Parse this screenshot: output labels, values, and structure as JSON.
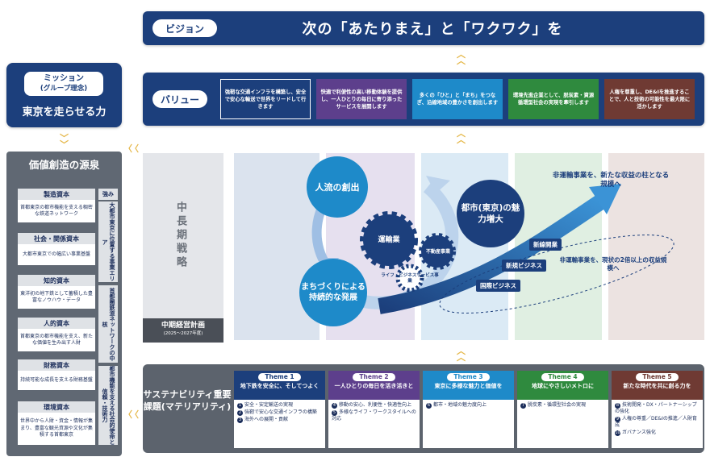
{
  "vision": {
    "label": "ビジョン",
    "text": "次の「あたりまえ」と「ワクワク」を"
  },
  "value": {
    "label": "バリュー",
    "cards": [
      {
        "text": "強靭な交通インフラを構築し、安全で安心な輸送で世界をリードして行きます",
        "color": "#1c3f7c"
      },
      {
        "text": "快適で利便性の高い移動体験を提供し、一人ひとりの毎日に寄り添ったサービスを展開します",
        "color": "#5d3f8c"
      },
      {
        "text": "多くの「ひと」と「まち」をつなぎ、沿線地域の豊かさを創出します",
        "color": "#1e8ac9"
      },
      {
        "text": "環境先進企業として、脱炭素・資源循環型社会の実現を牽引します",
        "color": "#2f8a3e"
      },
      {
        "text": "人権を尊重し、DE&Iを推進することで、人と技術の可能性を最大限に活かします",
        "color": "#6f3a33"
      }
    ]
  },
  "mission": {
    "label_main": "ミッション",
    "label_sub": "(グループ理念)",
    "text": "東京を走らせる力"
  },
  "source": {
    "title": "価値創造の源泉",
    "capitals": [
      {
        "label": "製造資本",
        "text": "首都東京の都市機能を支える稠密な鉄道ネットワーク"
      },
      {
        "label": "社会・関係資本",
        "text": "大都市東京での幅広い事業基盤"
      },
      {
        "label": "知的資本",
        "text": "東洋初の地下鉄として蓄積した豊富なノウハウ・データ"
      },
      {
        "label": "人的資本",
        "text": "首都東京の都市機能を支え、新たな価値を生み出す人財"
      },
      {
        "label": "財務資本",
        "text": "持続可能な成長を支える財務基盤"
      },
      {
        "label": "環境資本",
        "text": "世界中から人財・資金・情報が集まり、豊富な観光資源や文化が集積する首都東京"
      }
    ],
    "strengths_header": "強み",
    "strengths": [
      "大都市東京に位置する事業エリア",
      "首都圏鉄道ネットワークの中核",
      "都市機能を支える社会的使命と信頼・技術力"
    ]
  },
  "strategy": {
    "long_term": "中長期戦略",
    "mid_plan": "中期経営計画",
    "mid_plan_period": "(2025〜2027年度)"
  },
  "diagram": {
    "circle_flow": "人流の創出",
    "circle_city": "都市(東京)の魅力増大",
    "circle_town": "まちづくりによる持続的な発展",
    "gear_main": "運輸業",
    "gear_realestate": "不動産事業",
    "gear_life": "ライフ・ビジネスサービス事業",
    "biz_intl": "国際ビジネス",
    "biz_new": "新規ビジネス",
    "biz_line": "新線開業",
    "note_top": "非運輸事業を、新たな収益の柱となる規模へ",
    "note_mid": "非運輸事業を、現状の2倍以上の収益規模へ"
  },
  "materiality": {
    "label": "サステナビリティ重要課題(マテリアリティ)",
    "themes": [
      {
        "tag": "Theme 1",
        "title": "地下鉄を安全に、そしてつよく",
        "color": "#1c3f7c",
        "items": [
          {
            "n": "1",
            "t": "安全・安定輸送の実現"
          },
          {
            "n": "2",
            "t": "強靭で安心な交通インフラの構築"
          },
          {
            "n": "3",
            "t": "海外への展開・貢献"
          }
        ]
      },
      {
        "tag": "Theme 2",
        "title": "一人ひとりの毎日を活き活きと",
        "color": "#5d3f8c",
        "items": [
          {
            "n": "4",
            "t": "移動の安心、利便性・快適性向上"
          },
          {
            "n": "5",
            "t": "多様なライフ・ワークスタイルへの対応"
          }
        ]
      },
      {
        "tag": "Theme 3",
        "title": "東京に多様な魅力と価値を",
        "color": "#1e8ac9",
        "items": [
          {
            "n": "6",
            "t": "都市・地域の魅力度向上"
          }
        ]
      },
      {
        "tag": "Theme 4",
        "title": "地球にやさしいメトロに",
        "color": "#2f8a3e",
        "items": [
          {
            "n": "7",
            "t": "脱炭素・循環型社会の実現"
          }
        ]
      },
      {
        "tag": "Theme 5",
        "title": "新たな時代を共に創る力を",
        "color": "#6f3a33",
        "items": [
          {
            "n": "8",
            "t": "技術開発・DX・パートナーシップの強化"
          },
          {
            "n": "9",
            "t": "人権の尊重／DE&Iの推進／人財育成"
          },
          {
            "n": "10",
            "t": "ガバナンス強化"
          }
        ]
      }
    ]
  }
}
